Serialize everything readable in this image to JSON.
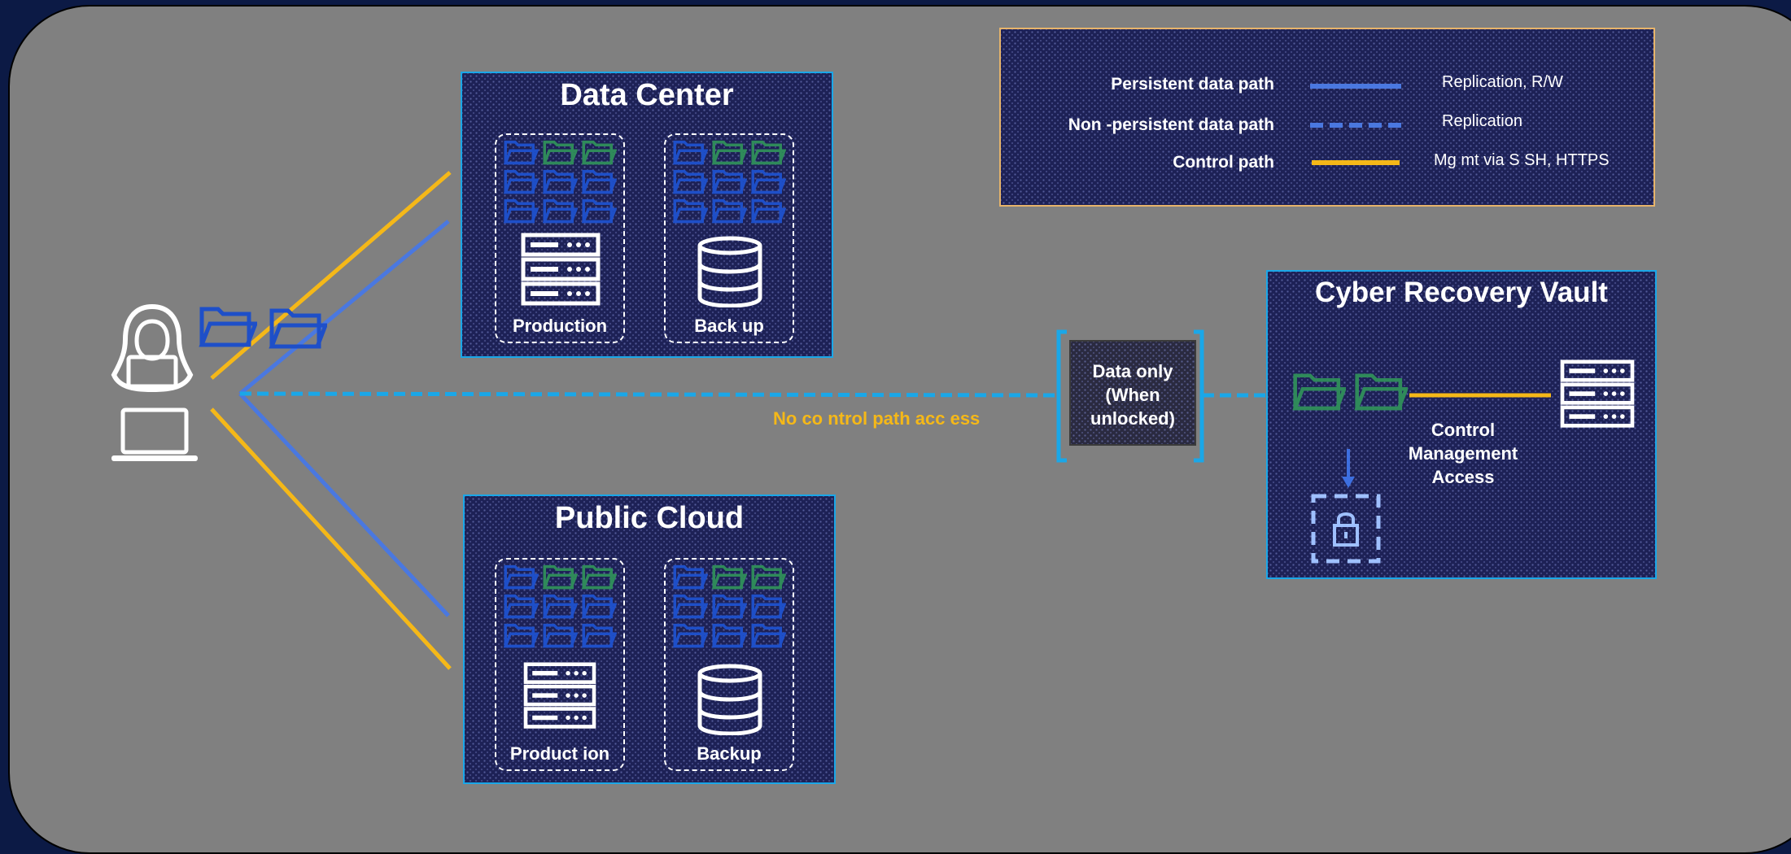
{
  "legend": {
    "rows": [
      {
        "label": "Persistent data path",
        "description": "Replication, R/W",
        "line_color": "#4a78e0",
        "style": "solid"
      },
      {
        "label": "Non -persistent data path",
        "description": "Replication",
        "line_color": "#4a78e0",
        "style": "dashed"
      },
      {
        "label": "Control path",
        "description": "Mg mt via S SH, HTTPS",
        "line_color": "#f5b818",
        "style": "solid"
      }
    ]
  },
  "data_center": {
    "title": "Data Center",
    "production_label": "Production",
    "backup_label": "Back up"
  },
  "public_cloud": {
    "title": "Public Cloud",
    "production_label": "Product ion",
    "backup_label": "Backup"
  },
  "vault": {
    "title": "Cyber Recovery Vault",
    "control_label": "Control Management Access"
  },
  "gateway": {
    "label": "Data only (When unlocked)"
  },
  "no_control_label": "No co ntrol path acc ess",
  "colors": {
    "background": "#0c1a45",
    "panel": "#808080",
    "box_fill": "#1d2156",
    "box_border": "#1aa7e8",
    "persistent": "#4a78e0",
    "non_persistent": "#1aa7e8",
    "control": "#f5b818",
    "folder_blue": "#1e4fc8",
    "folder_green": "#2f8a5a"
  },
  "icons": [
    "hacker-icon",
    "laptop-icon",
    "folder-icon",
    "server-icon",
    "database-icon",
    "lock-icon",
    "arrow-down-icon"
  ]
}
